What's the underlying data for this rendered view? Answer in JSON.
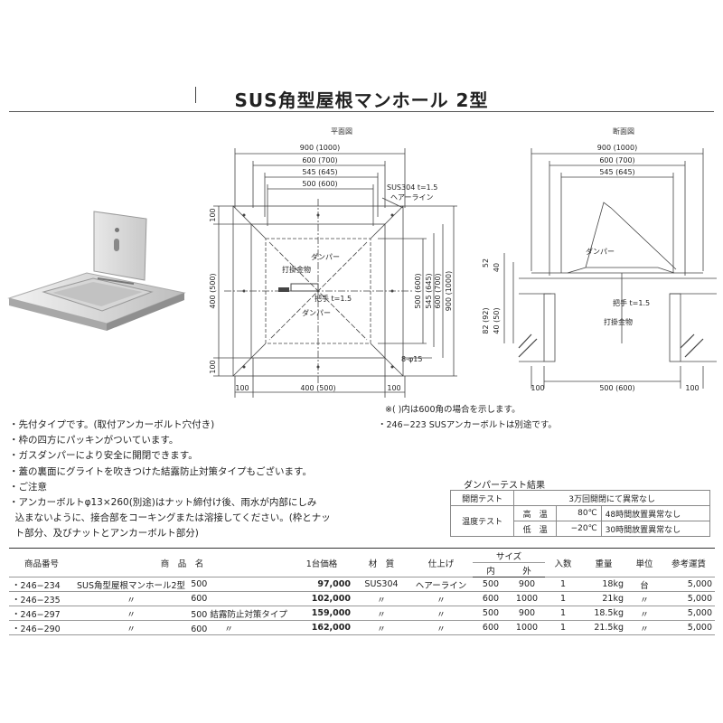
{
  "title": "SUS角型屋根マンホール 2型",
  "drawing": {
    "plan_label": "平面図",
    "section_label": "断面図",
    "dims_top": [
      "900 (1000)",
      "600 (700)",
      "545 (645)",
      "500 (600)"
    ],
    "material_note": "SUS304 t=1.5",
    "hairline": "ヘアーライン",
    "damper": "ダンパー",
    "latch": "打掛金物",
    "handle": "把手 t=1.5",
    "dim_100": "100",
    "dim_400_500": "400 (500)",
    "dims_right": [
      "500 (600)",
      "545 (645)",
      "600 (700)",
      "900 (1000)"
    ],
    "holes": "8-φ15",
    "section_dims_bottom": "500 (600)",
    "section_left_dims": [
      "52",
      "40",
      "82 (92)",
      "40 (50)"
    ]
  },
  "notes_right": [
    "※(  )内は600角の場合を示します。",
    "・246−223 SUSアンカーボルトは別途です。"
  ],
  "features": [
    "・先付タイプです。(取付アンカーボルト穴付き)",
    "・枠の四方にパッキンがついています。",
    "・ガスダンパーにより安全に開閉できます。",
    "・蓋の裏面にグライトを吹きつけた結露防止対策タイプもございます。",
    "・ご注意",
    "・アンカーボルトφ13×260(別途)はナット締付け後、雨水が内部にしみ",
    "  込まないように、接合部をコーキングまたは溶接してください。(枠とナッ",
    "  ト部分、及びナットとアンカーボルト部分)"
  ],
  "damper_test": {
    "title": "ダンパーテスト結果",
    "open_close_label": "開閉テスト",
    "open_close_value": "3万回開閉にて異常なし",
    "temp_label": "温度テスト",
    "high_label": "高　温",
    "high_temp": "80℃",
    "high_result": "48時間放置異常なし",
    "low_label": "低　温",
    "low_temp": "−20℃",
    "low_result": "30時間放置異常なし"
  },
  "table": {
    "headers": {
      "code": "商品番号",
      "name": "商　品　名",
      "price": "1台価格",
      "material": "材　質",
      "finish": "仕上げ",
      "size": "サイズ",
      "size_in": "内",
      "size_out": "外",
      "qty": "入数",
      "weight": "重量",
      "unit": "単位",
      "shipping": "参考運賃"
    },
    "rows": [
      {
        "code": "・246−234",
        "name": "SUS角型屋根マンホール2型",
        "size_label": "500",
        "price": "97,000",
        "material": "SUS304",
        "finish": "ヘアーライン",
        "in": "500",
        "out": "900",
        "qty": "1",
        "weight": "18kg",
        "unit": "台",
        "shipping": "5,000"
      },
      {
        "code": "・246−235",
        "name": "〃",
        "size_label": "600",
        "price": "102,000",
        "material": "〃",
        "finish": "〃",
        "in": "600",
        "out": "1000",
        "qty": "1",
        "weight": "21kg",
        "unit": "〃",
        "shipping": "5,000"
      },
      {
        "code": "・246−297",
        "name": "〃",
        "size_label": "500 結露防止対策タイプ",
        "price": "159,000",
        "material": "〃",
        "finish": "〃",
        "in": "500",
        "out": "900",
        "qty": "1",
        "weight": "18.5kg",
        "unit": "〃",
        "shipping": "5,000"
      },
      {
        "code": "・246−290",
        "name": "〃",
        "size_label": "600　　〃",
        "price": "162,000",
        "material": "〃",
        "finish": "〃",
        "in": "600",
        "out": "1000",
        "qty": "1",
        "weight": "21.5kg",
        "unit": "〃",
        "shipping": "5,000"
      }
    ]
  }
}
